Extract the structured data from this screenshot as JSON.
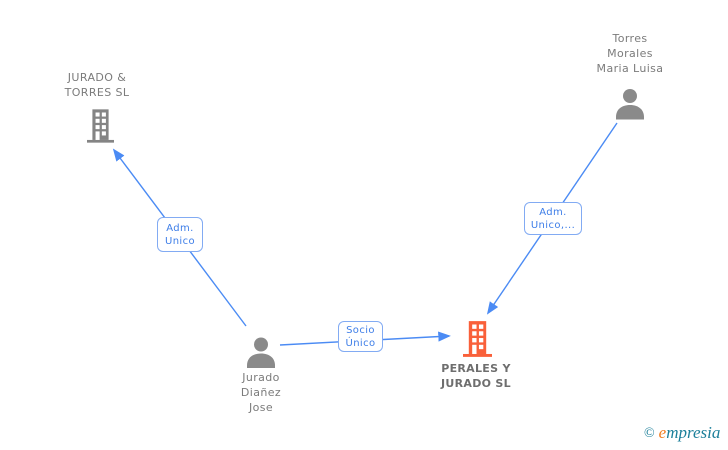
{
  "diagram": {
    "type": "corporate-relationship-graph",
    "nodes": [
      {
        "id": "jurado-torres-sl",
        "type": "company",
        "icon": "building-icon",
        "color": "#848484",
        "label": "JURADO &\nTORRES SL"
      },
      {
        "id": "torres-morales-maria-luisa",
        "type": "person",
        "icon": "person-icon",
        "color": "#8a8a8a",
        "label": "Torres\nMorales\nMaria Luisa"
      },
      {
        "id": "jurado-dianez-jose",
        "type": "person",
        "icon": "person-icon",
        "color": "#8a8a8a",
        "label": "Jurado\nDiañez\nJose"
      },
      {
        "id": "perales-y-jurado-sl",
        "type": "company",
        "icon": "building-icon",
        "color": "#f9603a",
        "highlighted": true,
        "label": "PERALES Y\nJURADO SL"
      }
    ],
    "edges": [
      {
        "from": "jurado-dianez-jose",
        "to": "jurado-torres-sl",
        "label": "Adm.\nUnico"
      },
      {
        "from": "jurado-dianez-jose",
        "to": "perales-y-jurado-sl",
        "label": "Socio\nÚnico"
      },
      {
        "from": "torres-morales-maria-luisa",
        "to": "perales-y-jurado-sl",
        "label": "Adm.\nUnico,..."
      }
    ]
  },
  "colors": {
    "edge_blue": "#4b8bf4",
    "edge_label_border": "#82abf3",
    "edge_label_text": "#3e7ee8",
    "node_icon_gray": "#848484",
    "node_text_gray": "#7b7b7b",
    "highlight_orange": "#f9603a",
    "brand_teal": "#1b7f9a",
    "brand_orange": "#f07d21"
  },
  "watermark": {
    "copyright": "©",
    "brand_initial": "e",
    "brand_rest": "mpresia"
  }
}
